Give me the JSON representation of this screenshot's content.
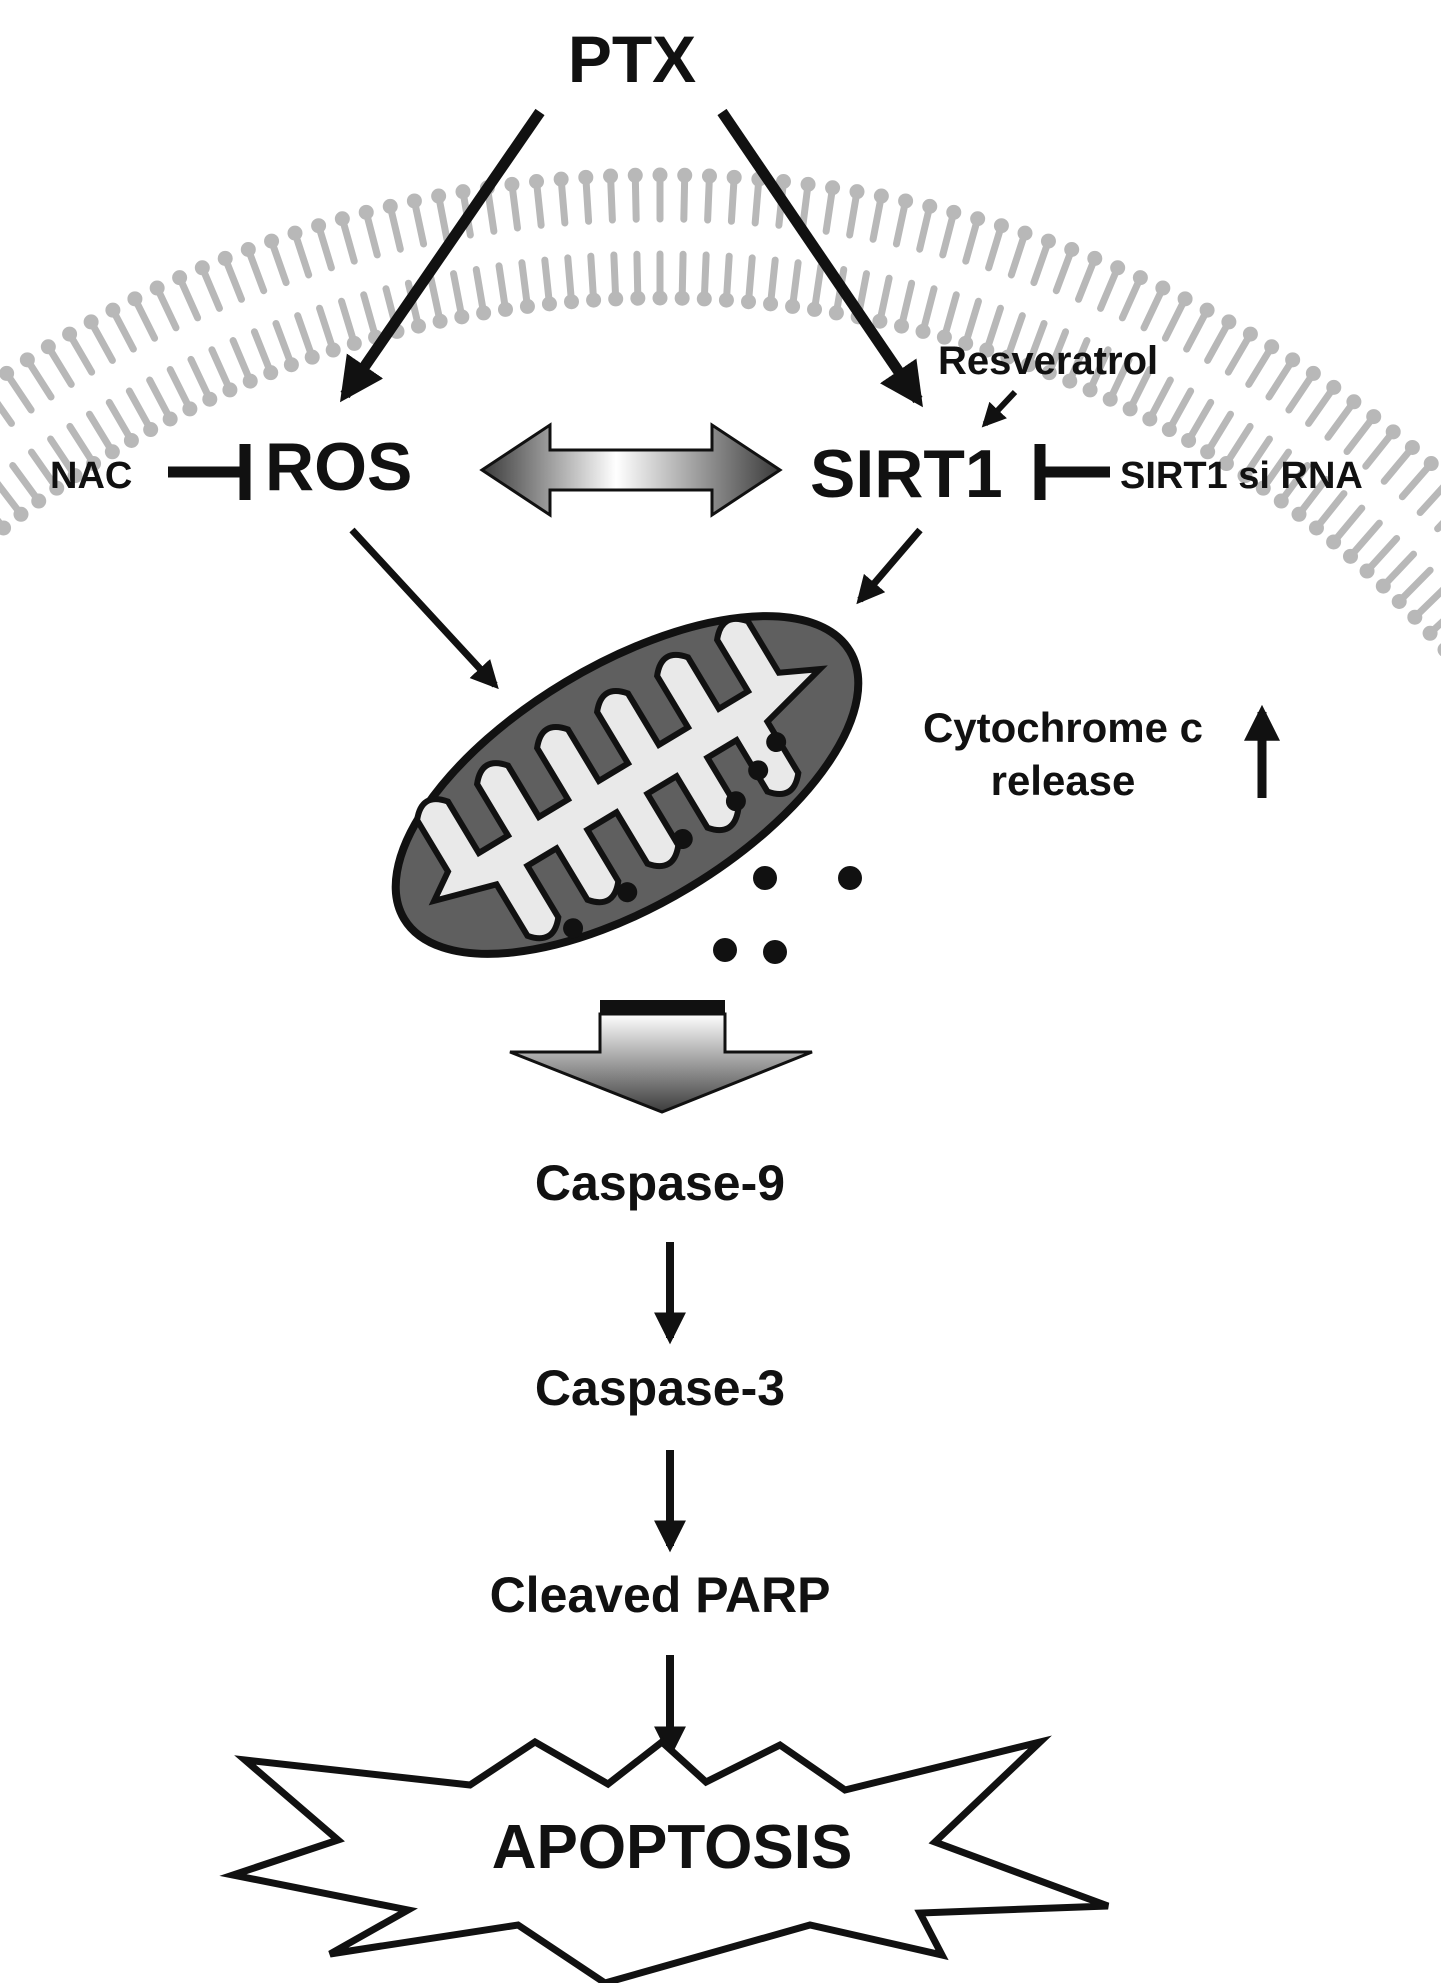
{
  "nodes": {
    "ptx": "PTX",
    "ros": "ROS",
    "sirt1": "SIRT1",
    "nac": "NAC",
    "resveratrol": "Resveratrol",
    "sirt1_sirna": "SIRT1 si RNA",
    "cytochrome_line1": "Cytochrome c",
    "cytochrome_line2": "release",
    "caspase9": "Caspase-9",
    "caspase3": "Caspase-3",
    "cleaved_parp": "Cleaved PARP",
    "apoptosis": "APOPTOSIS"
  },
  "edges": [
    {
      "from": "PTX",
      "to": "ROS",
      "type": "activates"
    },
    {
      "from": "PTX",
      "to": "SIRT1",
      "type": "activates"
    },
    {
      "from": "NAC",
      "to": "ROS",
      "type": "inhibits"
    },
    {
      "from": "SIRT1 si RNA",
      "to": "SIRT1",
      "type": "inhibits"
    },
    {
      "from": "Resveratrol",
      "to": "SIRT1",
      "type": "activates"
    },
    {
      "from": "ROS",
      "to": "SIRT1",
      "type": "bidirectional"
    },
    {
      "from": "ROS",
      "to": "mitochondrion",
      "type": "activates"
    },
    {
      "from": "SIRT1",
      "to": "mitochondrion",
      "type": "activates"
    },
    {
      "from": "mitochondrion",
      "to": "Caspase-9",
      "type": "activates"
    },
    {
      "from": "Caspase-9",
      "to": "Caspase-3",
      "type": "activates"
    },
    {
      "from": "Caspase-3",
      "to": "Cleaved PARP",
      "type": "activates"
    },
    {
      "from": "Cleaved PARP",
      "to": "APOPTOSIS",
      "type": "activates"
    }
  ],
  "cytochrome_direction": "up",
  "colors": {
    "ink": "#111111",
    "membrane": "#b8b8b8",
    "mito_outer": "#5f5f5f",
    "mito_inner": "#e9e9e9"
  }
}
